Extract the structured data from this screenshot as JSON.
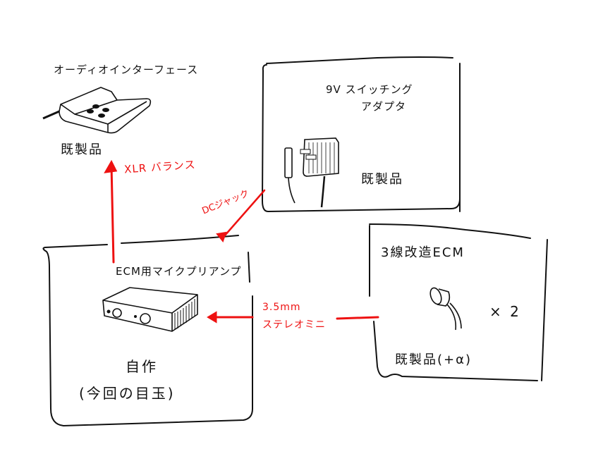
{
  "colors": {
    "ink": "#111111",
    "accent_red": "#ee1111",
    "background": "#ffffff"
  },
  "audio_interface": {
    "title": "オーディオインターフェース",
    "status": "既製品",
    "icon": "audio-interface-icon"
  },
  "adapter_box": {
    "title_line1": "9V スイッチング",
    "title_line2": "アダプタ",
    "status": "既製品",
    "icon": "power-adapter-icon"
  },
  "preamp_box": {
    "title": "ECM用マイクプリアンプ",
    "status_line1": "自作",
    "status_line2": "(今回の目玉)",
    "icon": "preamp-device-icon"
  },
  "ecm_box": {
    "title": "3線改造ECM",
    "quantity": "× 2",
    "status": "既製品(+α)",
    "icon": "ecm-microphone-icon"
  },
  "connections": [
    {
      "from": "preamp",
      "to": "audio_interface",
      "label": "XLR バランス"
    },
    {
      "from": "adapter",
      "to": "preamp",
      "label": "DCジャック"
    },
    {
      "from": "ecm",
      "to": "preamp",
      "label_line1": "3.5mm",
      "label_line2": "ステレオミニ"
    }
  ]
}
